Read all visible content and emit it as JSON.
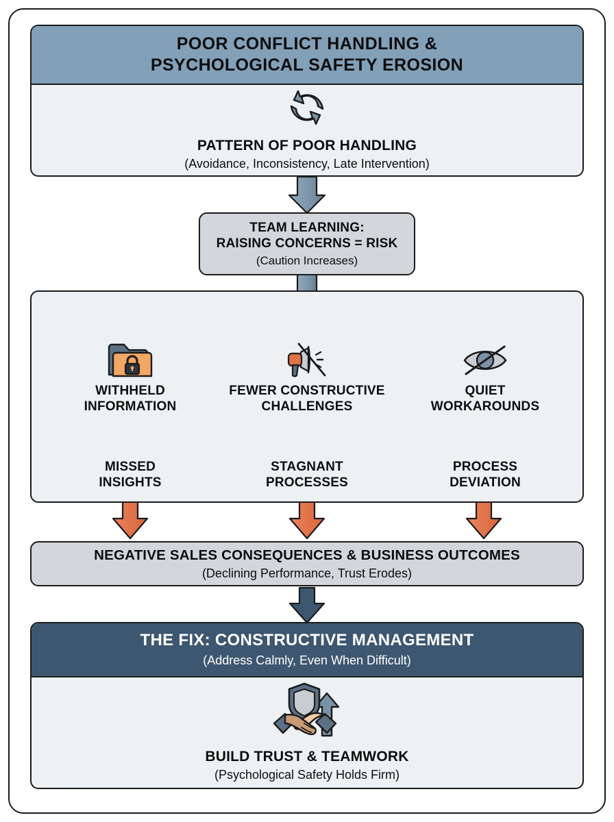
{
  "header": {
    "title_line1": "POOR CONFLICT HANDLING &",
    "title_line2": "PSYCHOLOGICAL SAFETY EROSION"
  },
  "pattern_panel": {
    "icon": "cycle-arrows-icon",
    "title": "PATTERN OF POOR HANDLING",
    "subtitle": "(Avoidance, Inconsistency, Late Intervention)"
  },
  "team_learning_box": {
    "line1": "TEAM LEARNING:",
    "line2": "RAISING CONCERNS = RISK",
    "subtitle": "(Caution Increases)"
  },
  "effects": {
    "columns": [
      {
        "icon": "locked-folder-icon",
        "label_line1": "WITHHELD",
        "label_line2": "INFORMATION",
        "outcome_line1": "MISSED",
        "outcome_line2": "INSIGHTS"
      },
      {
        "icon": "muted-megaphone-icon",
        "label_line1": "FEWER CONSTRUCTIVE",
        "label_line2": "CHALLENGES",
        "outcome_line1": "STAGNANT",
        "outcome_line2": "PROCESSES"
      },
      {
        "icon": "hidden-eye-icon",
        "label_line1": "QUIET",
        "label_line2": "WORKAROUNDS",
        "outcome_line1": "PROCESS",
        "outcome_line2": "DEVIATION"
      }
    ]
  },
  "consequences_box": {
    "title": "NEGATIVE SALES CONSEQUENCES & BUSINESS OUTCOMES",
    "subtitle": "(Declining Performance, Trust Erodes)"
  },
  "fix_panel": {
    "title": "THE FIX: CONSTRUCTIVE MANAGEMENT",
    "subtitle": "(Address Calmly, Even When Difficult)",
    "icon": "handshake-shield-icon",
    "body_title": "BUILD TRUST & TEAMWORK",
    "body_subtitle": "(Psychological Safety Holds Firm)"
  },
  "colors": {
    "header_blue": "#82a0b8",
    "dark_slate": "#3e5770",
    "panel_bg": "#eef1f3",
    "grey_box": "#d3d7dc",
    "orange_arrow": "#e1724a",
    "slate_arrow": "#7b93a8",
    "outline": "#1b1b1b"
  }
}
